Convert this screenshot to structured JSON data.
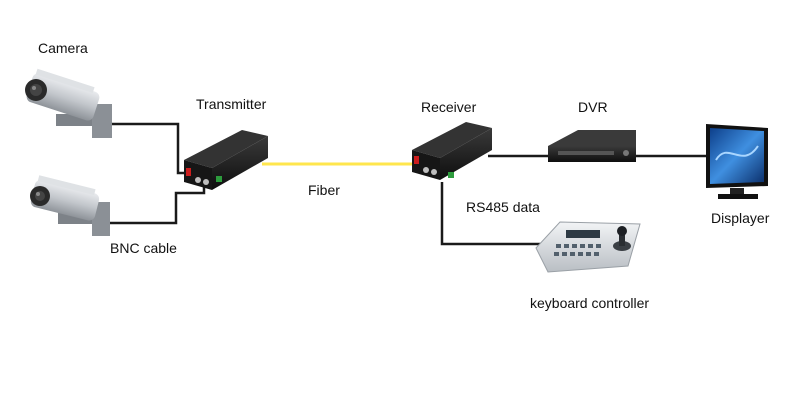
{
  "labels": {
    "camera": "Camera",
    "transmitter": "Transmitter",
    "receiver": "Receiver",
    "dvr": "DVR",
    "fiber": "Fiber",
    "bnc_cable": "BNC cable",
    "rs485_data": "RS485 data",
    "displayer": "Displayer",
    "keyboard_controller": "keyboard controller"
  },
  "colors": {
    "fiber": "#ffe64d",
    "cable": "#1a1a1a",
    "device_body": "#1c1c1c",
    "camera_body": "#c9ccd0",
    "monitor_screen": "#2b73c9",
    "keyboard_body": "#e3e6ea"
  }
}
